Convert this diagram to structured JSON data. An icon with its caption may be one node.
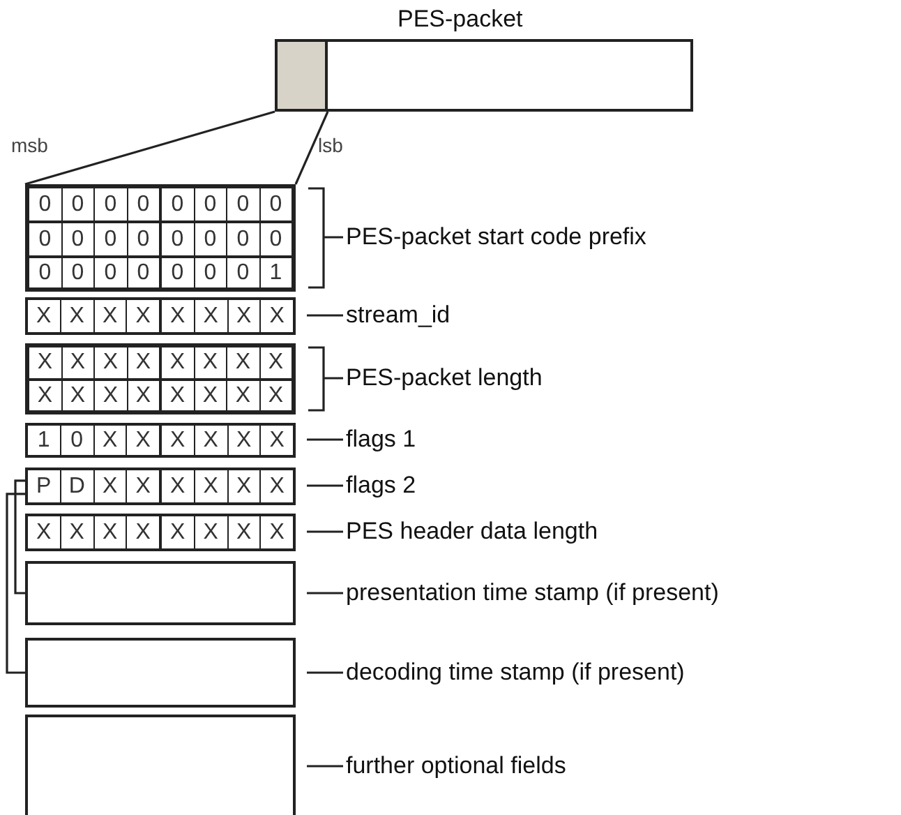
{
  "diagram": {
    "nodes": [
      {
        "text": [
          "PES-packet"
        ]
      },
      {
        "text": [],
        "shape": "box",
        "in": 0
      },
      {
        "text": [],
        "shape": "box"
      },
      {
        "text": [
          "0",
          "0",
          "0",
          "0",
          "0",
          "0",
          "0",
          "0"
        ],
        "in": 2
      },
      {
        "text": [
          "0",
          "0",
          "0",
          "0",
          "0",
          "0",
          "0",
          "0"
        ],
        "in": 2
      },
      {
        "text": [
          "0",
          "0",
          "0",
          "0",
          "0",
          "0",
          "0",
          "1"
        ],
        "in": 2
      },
      {
        "text": [
          "X",
          "X",
          "X",
          "X",
          "X",
          "X",
          "X",
          "X"
        ]
      },
      {
        "text": [],
        "shape": "box"
      },
      {
        "text": [
          "X",
          "X",
          "X",
          "X",
          "X",
          "X",
          "X",
          "X"
        ],
        "in": 7
      },
      {
        "text": [
          "X",
          "X",
          "X",
          "X",
          "X",
          "X",
          "X",
          "X"
        ],
        "in": 7
      },
      {
        "text": [
          "1",
          "0",
          "X",
          "X",
          "X",
          "X",
          "X",
          "X"
        ]
      },
      {
        "text": [
          "P",
          "D",
          "X",
          "X",
          "X",
          "X",
          "X",
          "X"
        ]
      },
      {
        "text": [
          "X",
          "X",
          "X",
          "X",
          "X",
          "X",
          "X",
          "X"
        ]
      },
      {
        "text": [],
        "shape": "box"
      },
      {
        "text": [],
        "shape": "box"
      },
      {
        "text": [],
        "shape": "box"
      },
      {
        "text": [
          "PES-packet start code prefix"
        ]
      },
      {
        "text": [
          "stream_id"
        ]
      },
      {
        "text": [
          "PES-packet length"
        ]
      },
      {
        "text": [
          "flags 1"
        ]
      },
      {
        "text": [
          "flags 2"
        ]
      },
      {
        "text": [
          "PES header data length"
        ]
      },
      {
        "text": [
          "presentation time stamp (if present)"
        ]
      },
      {
        "text": [
          "decoding time stamp (if present)"
        ]
      },
      {
        "text": [
          "further optional fields"
        ]
      }
    ],
    "edges": [
      {
        "from": 1,
        "to": 2,
        "arrow": "none"
      },
      {
        "from": 1,
        "to": 2,
        "arrow": "none"
      },
      {
        "from": 16,
        "to": 2,
        "arrow": "none"
      },
      {
        "from": 17,
        "to": 6,
        "arrow": "none"
      },
      {
        "from": 18,
        "to": 7,
        "arrow": "none"
      },
      {
        "from": 19,
        "to": 10,
        "arrow": "none"
      },
      {
        "from": 20,
        "to": 11,
        "arrow": "none"
      },
      {
        "from": 21,
        "to": 12,
        "arrow": "none"
      },
      {
        "from": 22,
        "to": 13,
        "arrow": "none"
      },
      {
        "from": 23,
        "to": 14,
        "arrow": "none"
      },
      {
        "from": 24,
        "to": 15,
        "arrow": "none"
      },
      {
        "from": 11,
        "to": 13,
        "arrow": "none"
      },
      {
        "from": 11,
        "to": 14,
        "arrow": "none"
      }
    ],
    "labels": [
      "msb",
      "lsb"
    ]
  }
}
